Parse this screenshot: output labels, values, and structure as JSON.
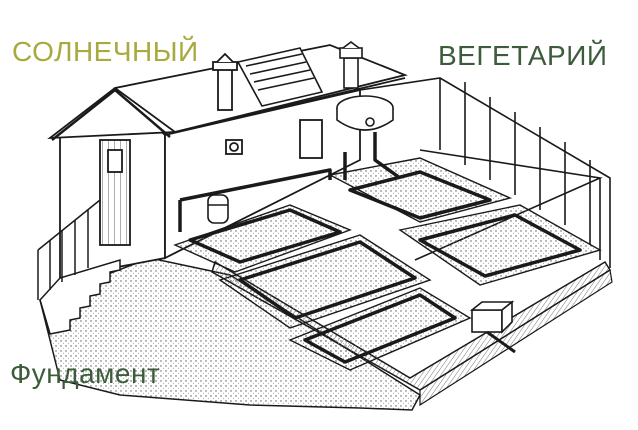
{
  "labels": {
    "solar": "СОЛНЕЧНЫЙ",
    "vegetarium": "ВЕГЕТАРИЙ",
    "foundation": "Фундамент"
  },
  "colors": {
    "solar": "#a8aa3e",
    "vegetarium": "#3d5c3c",
    "foundation": "#3d5c3c",
    "ink": "#1a1a1a",
    "ground_fill": "#d9d9d9"
  }
}
